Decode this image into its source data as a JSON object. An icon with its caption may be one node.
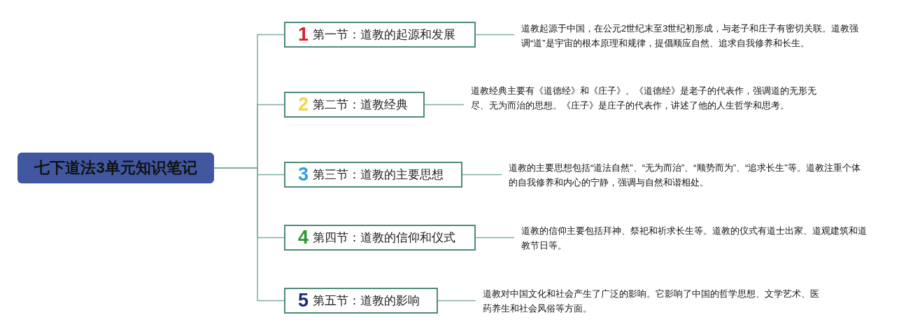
{
  "diagram": {
    "nodes": [
      {
        "text": [
          "七下道法3单元知识笔记"
        ]
      },
      {
        "text": [
          "1",
          "第一节：道教的起源和发展"
        ]
      },
      {
        "text": [
          "2",
          "第二节：道教经典"
        ]
      },
      {
        "text": [
          "3",
          "第三节：道教的主要思想"
        ]
      },
      {
        "text": [
          "4",
          "第四节：道教的信仰和仪式"
        ]
      },
      {
        "text": [
          "5",
          "第五节：道教的影响"
        ]
      },
      {
        "text": [
          "道教起源于中国，在公元2世纪末至3世纪初形成，与老子和庄子有密切关联。道教强调“道”是宇宙的根本原理和规律，提倡顺应自然、追求自我修养和长生。"
        ]
      },
      {
        "text": [
          "道教经典主要有《道德经》和《庄子》。《道德经》是老子的代表作，强调道的无形无尽、无为而治的思想。《庄子》是庄子的代表作，讲述了他的人生哲学和思考。"
        ]
      },
      {
        "text": [
          "道教的主要思想包括“道法自然”、“无为而治”、“顺势而为”、“追求长生”等。道教注重个体的自我修养和内心的宁静，强调与自然和谐相处。"
        ]
      },
      {
        "text": [
          "道教的信仰主要包括拜神、祭祀和祈求长生等。道教的仪式有道士出家、道观建筑和道教节日等。"
        ]
      },
      {
        "text": [
          "道教对中国文化和社会产生了广泛的影响。它影响了中国的哲学思想、文学艺术、医药养生和社会风俗等方面。"
        ]
      }
    ],
    "edges": [
      {
        "from": 0,
        "to": 1,
        "arrow": "none"
      },
      {
        "from": 0,
        "to": 2,
        "arrow": "none"
      },
      {
        "from": 0,
        "to": 3,
        "arrow": "none"
      },
      {
        "from": 0,
        "to": 4,
        "arrow": "none"
      },
      {
        "from": 0,
        "to": 5,
        "arrow": "none"
      },
      {
        "from": 1,
        "to": 6,
        "arrow": "none"
      },
      {
        "from": 2,
        "to": 7,
        "arrow": "none"
      },
      {
        "from": 3,
        "to": 8,
        "arrow": "none"
      },
      {
        "from": 4,
        "to": 9,
        "arrow": "none"
      },
      {
        "from": 5,
        "to": 10,
        "arrow": "none"
      }
    ]
  }
}
